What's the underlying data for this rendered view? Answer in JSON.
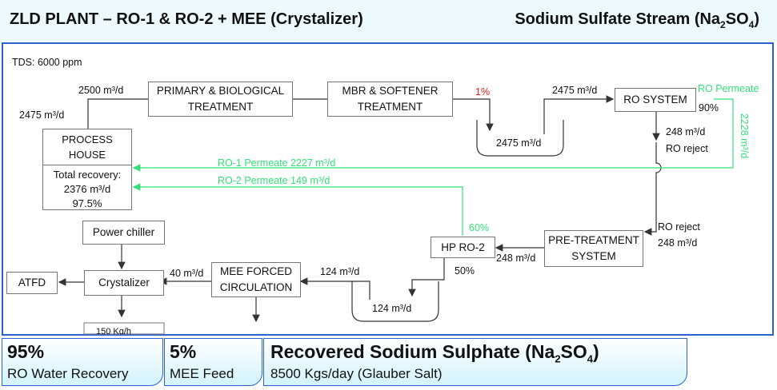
{
  "header": {
    "title": "ZLD PLANT – RO-1 & RO-2 + MEE (Crystalizer)",
    "stream_prefix": "Sodium Sulfate Stream (Na",
    "stream_sub1": "2",
    "stream_mid": "SO",
    "stream_sub2": "4",
    "stream_suffix": ")"
  },
  "diagram": {
    "tds": "TDS: 6000 ppm",
    "boxes": {
      "primary_line1": "PRIMARY & BIOLOGICAL",
      "primary_line2": "TREATMENT",
      "mbr_line1": "MBR & SOFTENER",
      "mbr_line2": "TREATMENT",
      "ro_system": "RO SYSTEM",
      "process_line1": "PROCESS",
      "process_line2": "HOUSE",
      "total_recovery_label": "Total recovery:",
      "total_recovery_value": "2376 m³/d",
      "total_recovery_pct": "97.5%",
      "pretreat_line1": "PRE-TREATMENT",
      "pretreat_line2": "SYSTEM",
      "hp_ro2": "HP RO-2",
      "mee_line1": "MEE FORCED",
      "mee_line2": "CIRCULATION",
      "crystalizer": "Crystalizer",
      "power_chiller": "Power chiller",
      "atfd": "ATFD",
      "cut_off": "150 Kg/h"
    },
    "labels": {
      "flow_2500": "2500 m³/d",
      "flow_2475_left": "2475 m³/d",
      "loss_1pct": "1%",
      "flow_2475_top": "2475 m³/d",
      "tank1_flow": "2475 m³/d",
      "ro_permeate": "RO Permeate",
      "ro_pct": "90%",
      "ro_permeate_flow": "2228 m³/d",
      "ro_reject_flow_a": "248 m³/d",
      "ro_reject_label_a": "RO reject",
      "ro1_permeate": "RO-1 Permeate 2227 m³/d",
      "ro2_permeate": "RO-2 Permeate 149 m³/d",
      "ro_reject_label_b": "RO reject",
      "ro_reject_flow_b": "248 m³/d",
      "pct_60": "60%",
      "flow_248_hp": "248 m³/d",
      "pct_50": "50%",
      "flow_124_right": "124 m³/d",
      "tank2_flow": "124 m³/d",
      "flow_40": "40 m³/d"
    }
  },
  "metrics": [
    {
      "value": "95%",
      "label": "RO Water Recovery"
    },
    {
      "value": "5%",
      "label": "MEE Feed"
    }
  ],
  "recovered": {
    "title_prefix": "Recovered Sodium Sulphate (Na",
    "sub1": "2",
    "mid": "SO",
    "sub2": "4",
    "suffix": ")",
    "detail": "8500 Kgs/day (Glauber Salt)"
  },
  "colors": {
    "frame_blue": "#2a62d6",
    "permeate_green": "#35e07a",
    "loss_red": "#e81e1e",
    "panel_cyan": "#d2f3fb"
  }
}
